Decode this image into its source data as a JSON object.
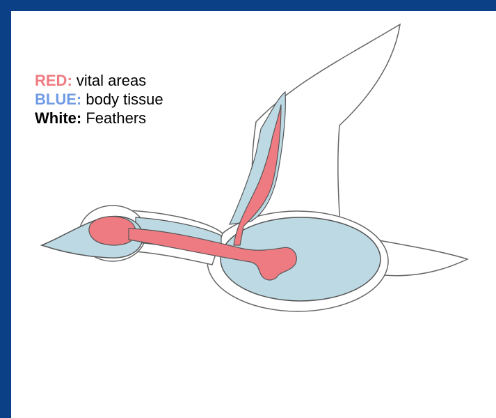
{
  "legend": {
    "red": {
      "key": "RED:",
      "desc": "vital areas"
    },
    "blue": {
      "key": "BLUE:",
      "desc": "body tissue"
    },
    "white": {
      "key": "White:",
      "desc": "Feathers"
    }
  },
  "colors": {
    "frame": "#0b3f86",
    "vital": "#ef7b82",
    "tissue": "#bdd9e3",
    "outline": "#555555",
    "feathers": "#ffffff"
  }
}
